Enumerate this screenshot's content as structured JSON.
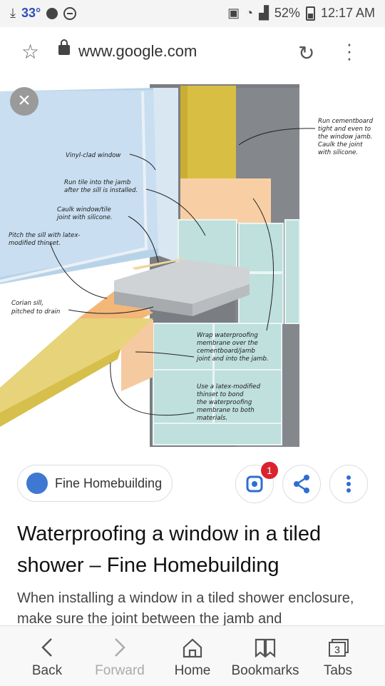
{
  "status_bar": {
    "temperature": "33°",
    "battery": "52%",
    "time": "12:17 AM"
  },
  "address_bar": {
    "url": "www.google.com"
  },
  "image": {
    "labels": {
      "vinyl_window": "Vinyl-clad window",
      "run_tile_1": "Run tile into the jamb",
      "run_tile_2": "after the sill is installed.",
      "caulk_1": "Caulk window/tile",
      "caulk_2": "joint with silicone.",
      "pitch_1": "Pitch the sill with latex-",
      "pitch_2": "modified thinset.",
      "corian_1": "Corian sill,",
      "corian_2": "pitched to drain",
      "cement_1": "Run cementboard",
      "cement_2": "tight and even to",
      "cement_3": "the window jamb.",
      "cement_4": "Caulk the joint",
      "cement_5": "with silicone.",
      "wrap_1": "Wrap waterproofing",
      "wrap_2": "membrane over the",
      "wrap_3": "cementboard/jamb",
      "wrap_4": "joint and into the jamb.",
      "latex_1": "Use a latex-modified",
      "latex_2": "thinset to bond",
      "latex_3": "the waterproofing",
      "latex_4": "membrane to both",
      "latex_5": "materials."
    }
  },
  "result": {
    "source": "Fine Homebuilding",
    "lens_badge_count": "1",
    "title": "Waterproofing a window in a tiled shower – Fine Homebuilding",
    "snippet": "When installing a window in a tiled shower enclosure, make sure the joint between the jamb and"
  },
  "bottom_nav": {
    "back": "Back",
    "forward": "Forward",
    "home": "Home",
    "bookmarks": "Bookmarks",
    "tabs": "Tabs",
    "tab_count": "3"
  }
}
